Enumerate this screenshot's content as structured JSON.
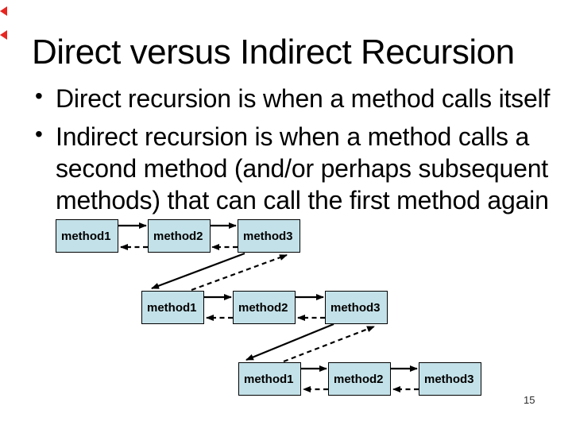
{
  "slide": {
    "title": "Direct versus Indirect Recursion",
    "bullet_char": "•",
    "bullets": [
      {
        "lines": [
          "Direct recursion is when a method calls itself"
        ]
      },
      {
        "lines": [
          "Indirect recursion is when a method calls a",
          "second method (and/or perhaps subsequent",
          "methods) that can call the first method again"
        ]
      }
    ],
    "page_number": "15"
  },
  "diagram": {
    "box_fill": "#c3e1e8",
    "box_border": "#000000",
    "arrow_color": "#000000",
    "rows": [
      {
        "boxes": [
          {
            "label": "method1"
          },
          {
            "label": "method2"
          },
          {
            "label": "method3"
          }
        ]
      },
      {
        "boxes": [
          {
            "label": "method1"
          },
          {
            "label": "method2"
          },
          {
            "label": "method3"
          }
        ]
      },
      {
        "boxes": [
          {
            "label": "method1"
          },
          {
            "label": "method2"
          },
          {
            "label": "method3"
          }
        ]
      }
    ]
  },
  "decorations": {
    "marker_color": "#e8251f"
  }
}
